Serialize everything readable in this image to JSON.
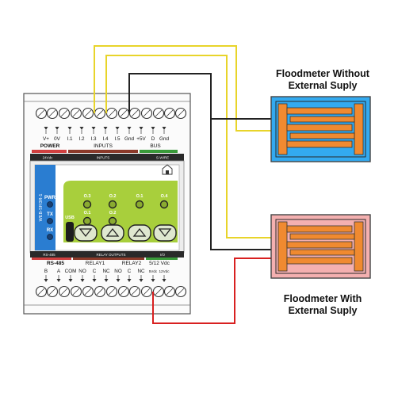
{
  "diagram": {
    "top_terminals": [
      "V+",
      "0V",
      "I.1",
      "I.2",
      "I.3",
      "I.4",
      "I.5",
      "Gnd",
      "+5V",
      "D",
      "Gnd"
    ],
    "top_groups": {
      "power": "POWER",
      "inputs": "INPUTS",
      "bus": "BUS"
    },
    "top_strip": {
      "left": "24Vdc",
      "mid": "INPUTS",
      "right": "S-WIRE"
    },
    "side_label": "WEB-SFI3R-1",
    "leds": {
      "pwr": "PWR",
      "tx": "TX",
      "rx": "RX",
      "usb": "USB"
    },
    "outputs": [
      "O.3",
      "O.2",
      "O.1",
      "O.4",
      "O.1",
      "O.2"
    ],
    "bottom_strip": {
      "left": "RS-485",
      "mid": "RELAY OUTPUTS",
      "right": "I/O"
    },
    "bottom_groups": {
      "rs485": "RS-485",
      "relay1": "RELAY1",
      "relay2": "RELAY2",
      "vdc": "5/12 Vdc"
    },
    "bottom_terminals": [
      "B",
      "A",
      "COM",
      "NO",
      "C",
      "NC",
      "NO",
      "C",
      "NC",
      "5Vdc",
      "12Vdc"
    ],
    "floodmeter_top": {
      "line1": "Floodmeter Without",
      "line2": "External Suply"
    },
    "floodmeter_bottom": {
      "line1": "Floodmeter With",
      "line2": "External Suply"
    },
    "colors": {
      "wire_yellow": "#e8d42a",
      "wire_black": "#222222",
      "wire_red": "#d82020",
      "sensor_top_bg": "#33aaf0",
      "sensor_bottom_bg": "#f4b0b0",
      "electrode": "#f08a30",
      "screen": "#a8cf3c",
      "led_panel": "#2a7dd1"
    }
  }
}
